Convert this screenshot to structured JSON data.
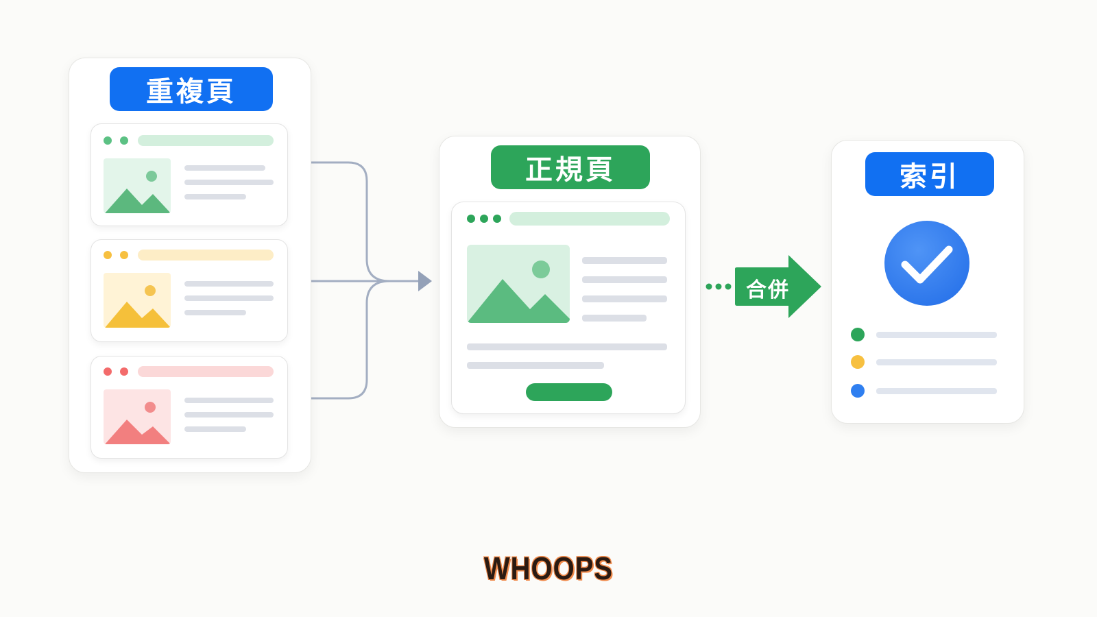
{
  "duplicate_panel": {
    "title": "重複頁",
    "cards": [
      {
        "theme": "green",
        "accent": "#5cc184",
        "bar_color": "#d3efdd",
        "image_bg": "#e3f5ea"
      },
      {
        "theme": "yellow",
        "accent": "#f7c040",
        "bar_color": "#fdedc6",
        "image_bg": "#fff3d6"
      },
      {
        "theme": "red",
        "accent": "#f36b6b",
        "bar_color": "#fbd8d8",
        "image_bg": "#fde4e4"
      }
    ]
  },
  "canonical_panel": {
    "title": "正規頁",
    "accent": "#2da55a"
  },
  "merge_arrow": {
    "label": "合併",
    "color": "#2da55a"
  },
  "index_panel": {
    "title": "索引",
    "check_color": "#2f7ff0",
    "list_dots": [
      "#2da55a",
      "#f7c040",
      "#2f7ff0"
    ]
  },
  "footer": {
    "text": "WHOOPS"
  },
  "colors": {
    "blue_label": "#1170f2",
    "green_label": "#2da55a",
    "connector": "#9aa7bd"
  }
}
